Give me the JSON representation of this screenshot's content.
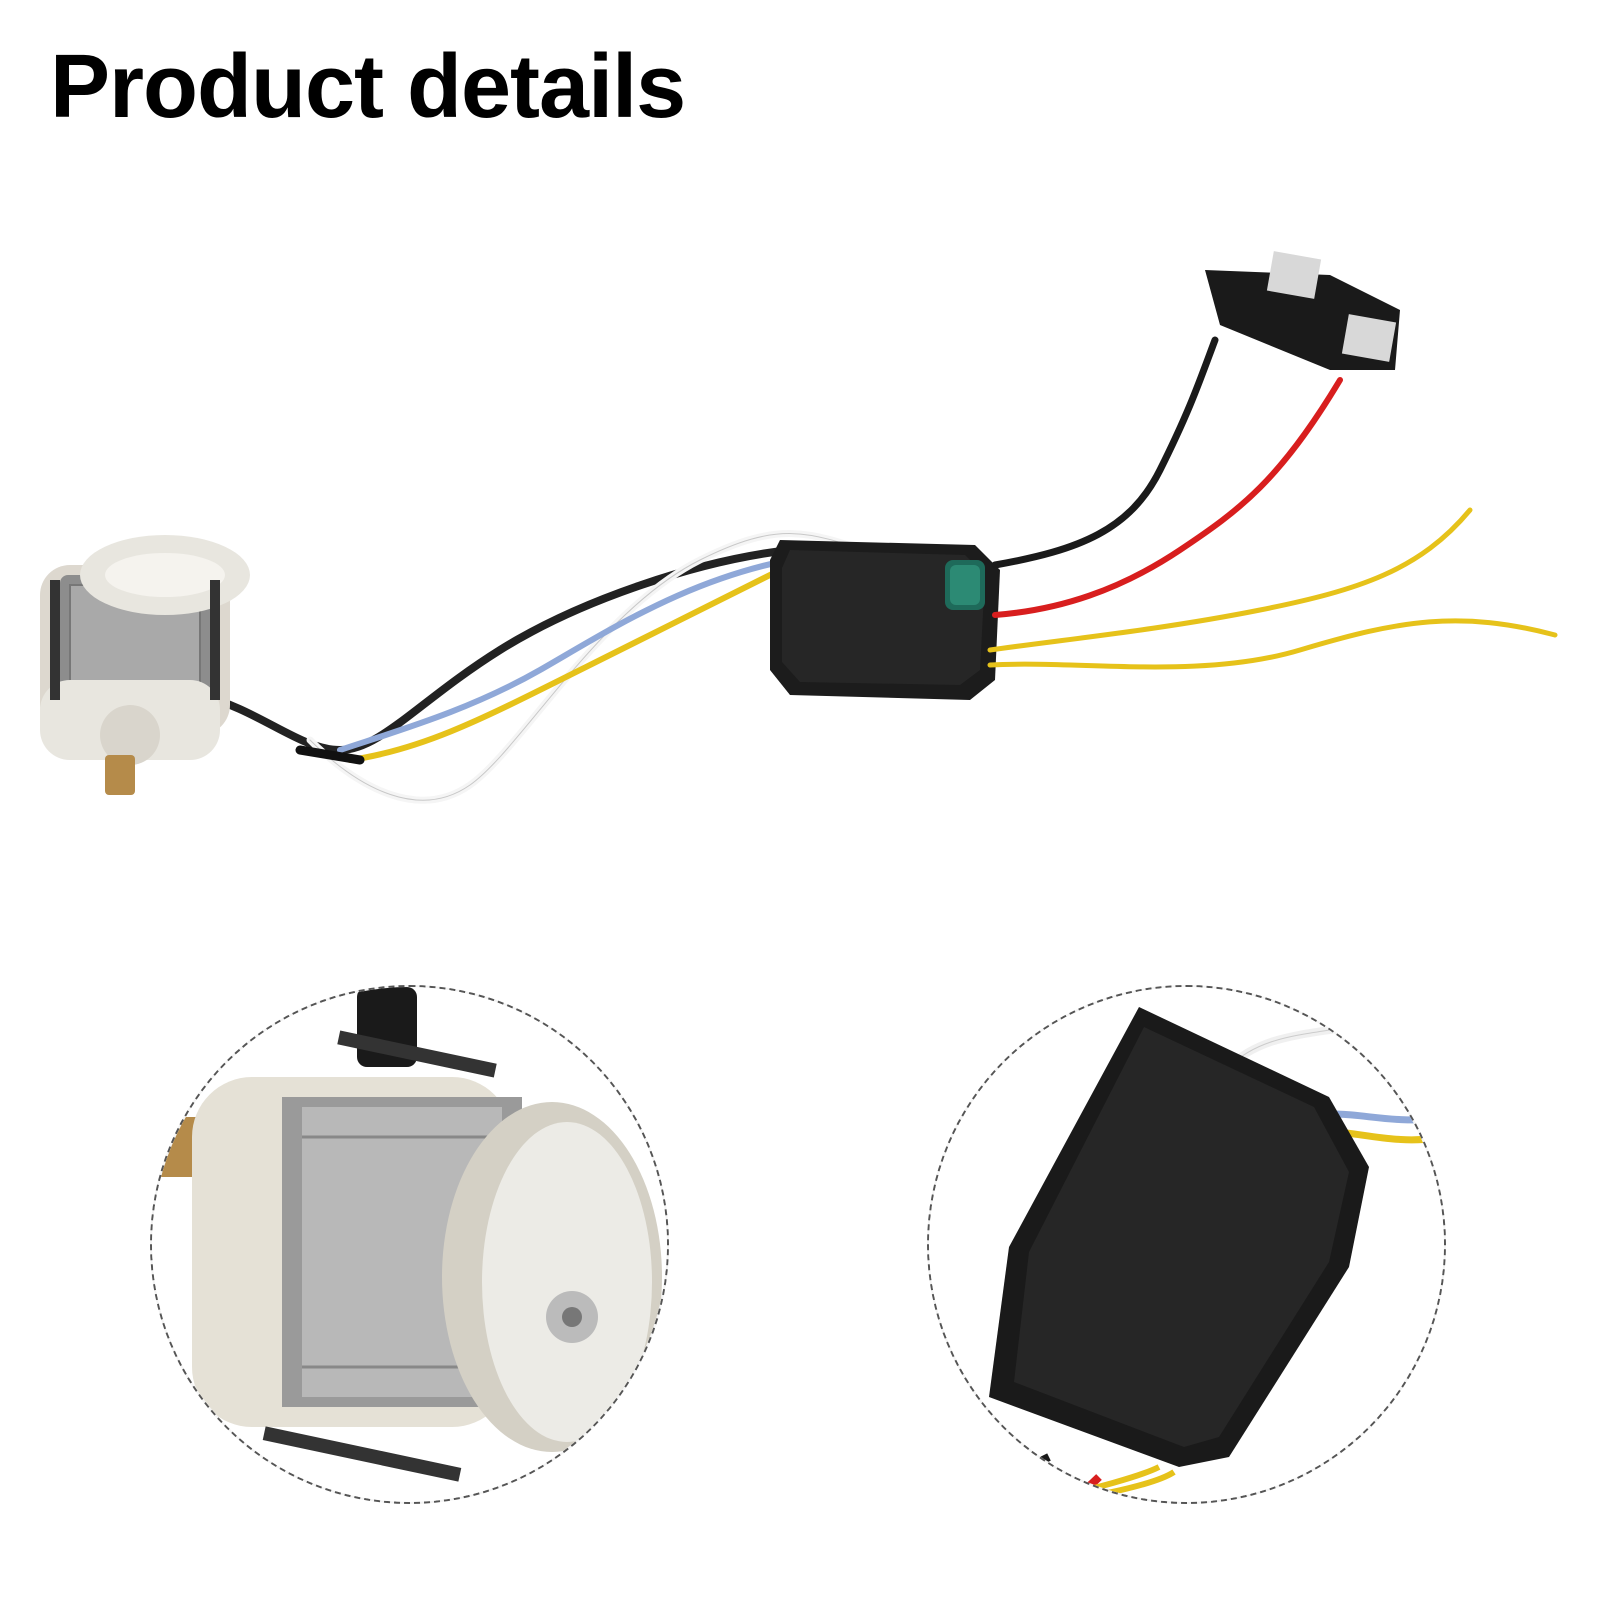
{
  "header": {
    "title": "Product details"
  },
  "product": {
    "main_photo": "brushless-motor-with-controller-board-and-switch",
    "detail_photos": [
      "motor-closeup",
      "controller-closeup"
    ]
  },
  "colors": {
    "title": "#000000",
    "background": "#ffffff",
    "wire_black": "#1a1a1a",
    "wire_red": "#d81e1e",
    "wire_yellow": "#e6c21a",
    "wire_blue": "#8fa8d8",
    "wire_white": "#f2f2f2",
    "controller": "#1c1c1c",
    "motor_plastic": "#e8e6df"
  }
}
